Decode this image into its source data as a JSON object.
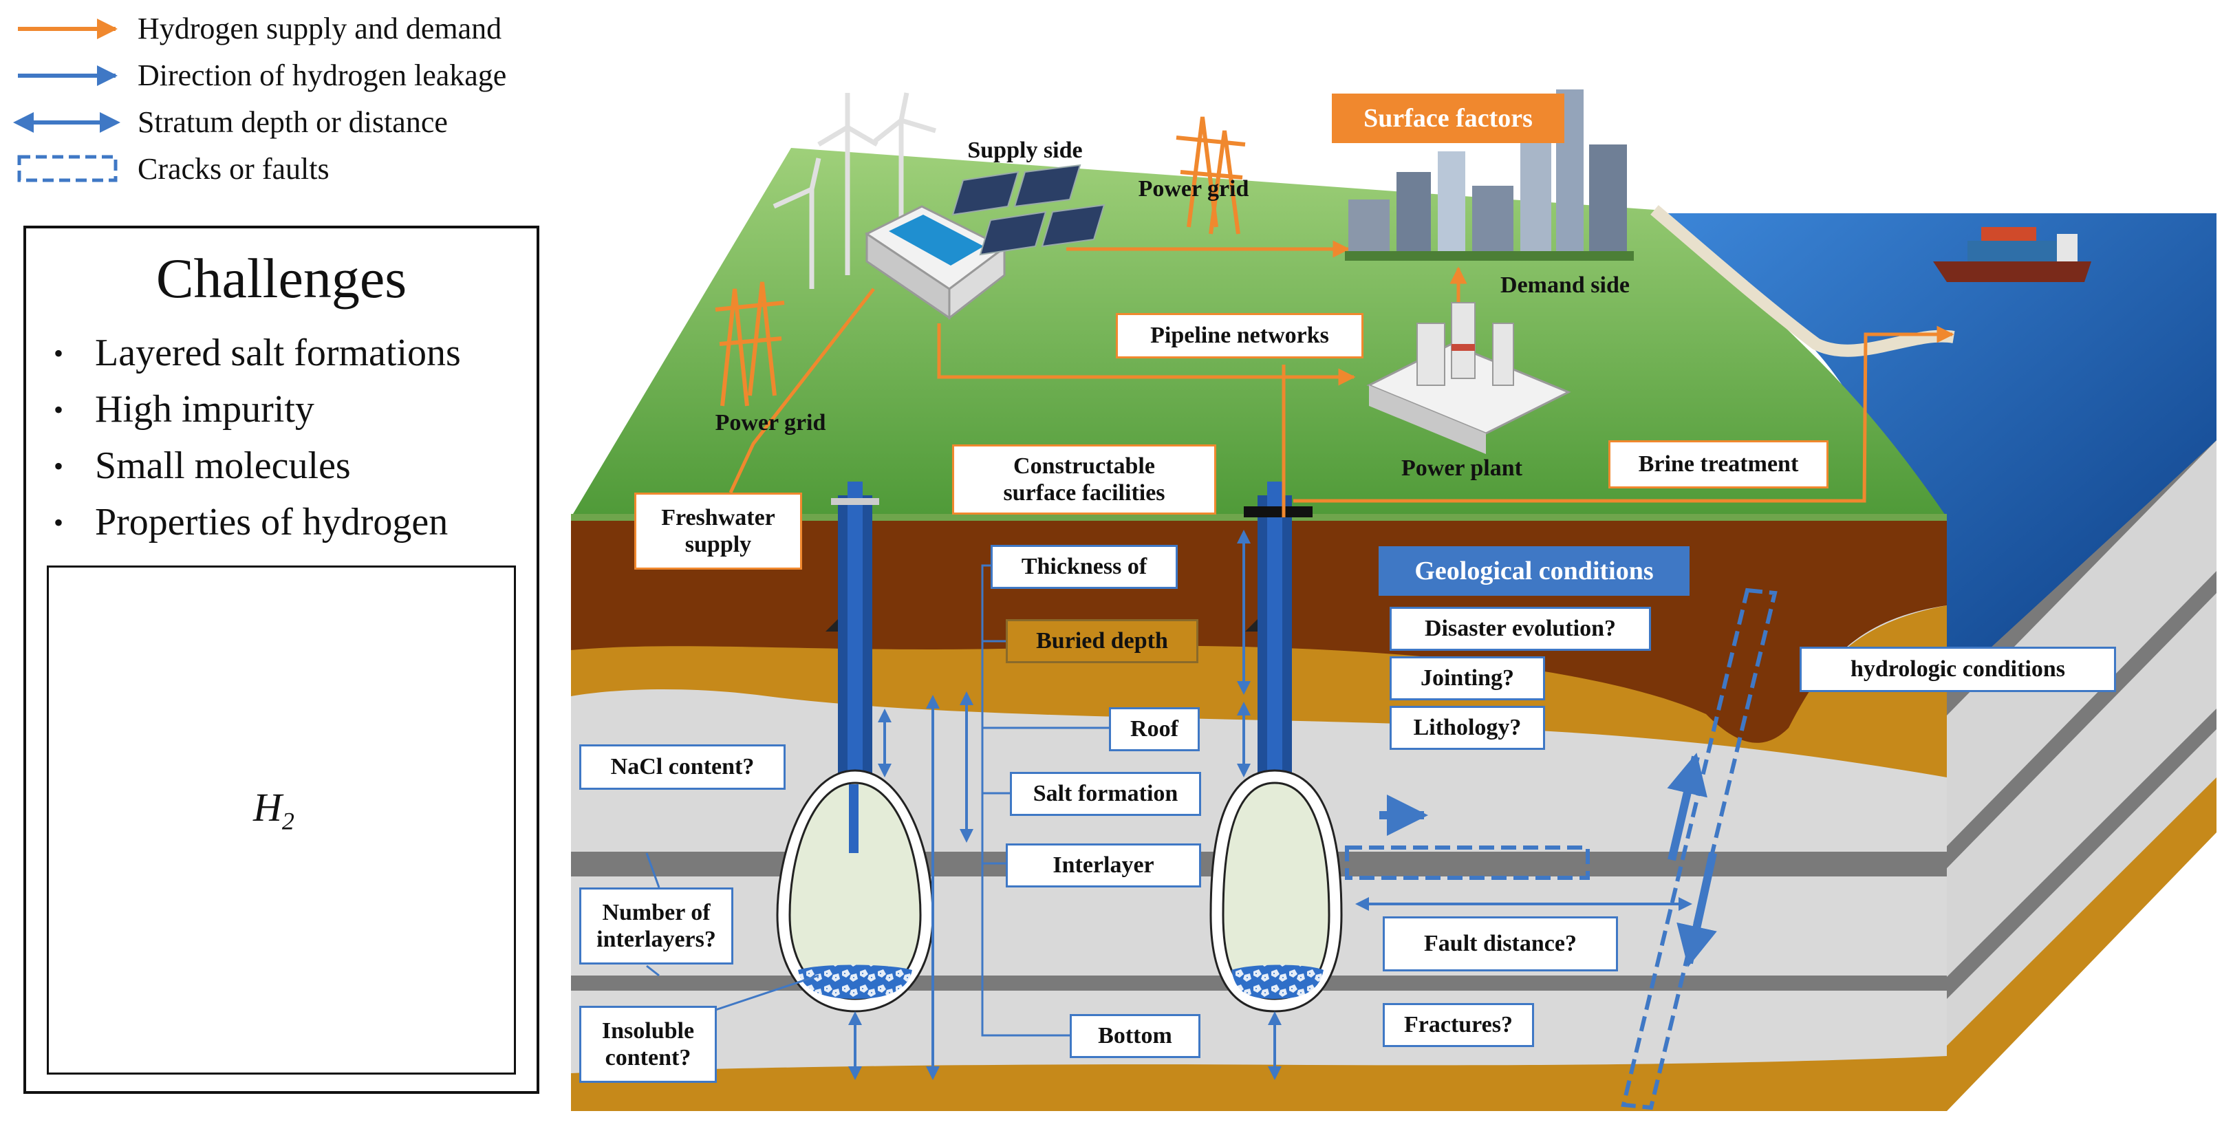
{
  "legend": [
    {
      "label": "Hydrogen supply and demand",
      "kind": "orange-arrow",
      "color": "#f0882e"
    },
    {
      "label": "Direction of hydrogen leakage",
      "kind": "blue-arrow",
      "color": "#3f78c5"
    },
    {
      "label": "Stratum depth or distance",
      "kind": "blue-double-arrow",
      "color": "#3f78c5"
    },
    {
      "label": "Cracks or faults",
      "kind": "dashed-box",
      "color": "#3f78c5"
    }
  ],
  "challenges": {
    "title": "Challenges",
    "items": [
      "Layered salt formations",
      "High impurity",
      "Small molecules",
      "Properties of hydrogen"
    ],
    "cavern_label_main": "H",
    "cavern_label_sub": "2"
  },
  "surface": {
    "header": "Surface factors",
    "header_color": "#f0882e",
    "supply_side": "Supply side",
    "power_grid_top": "Power grid",
    "power_grid_left": "Power grid",
    "demand_side": "Demand side",
    "power_plant": "Power plant",
    "pipeline_networks": "Pipeline networks",
    "constructable": "Constructable\nsurface facilities",
    "freshwater": "Freshwater\nsupply",
    "brine": "Brine treatment"
  },
  "geology": {
    "header": "Geological conditions",
    "header_color": "#3f78c5",
    "thickness": "Thickness of",
    "buried_depth": "Buried depth",
    "roof": "Roof",
    "salt_formation": "Salt formation",
    "interlayer": "Interlayer",
    "bottom": "Bottom",
    "nacl": "NaCl content?",
    "num_interlayers": "Number of\ninterlayers?",
    "insoluble": "Insoluble\ncontent?",
    "disaster": "Disaster evolution?",
    "jointing": "Jointing?",
    "lithology": "Lithology?",
    "hydrologic": "hydrologic conditions",
    "fault_distance": "Fault distance?",
    "fractures": "Fractures?"
  },
  "colors": {
    "grass": "#5fa042",
    "soil": "#7a3508",
    "ochre": "#c6891a",
    "salt": "#d9d9d9",
    "interlayer": "#7a7a7a",
    "water": "#1f63b3",
    "hydrogen": "#b3c9ea",
    "brine": "#2f6fc8"
  }
}
